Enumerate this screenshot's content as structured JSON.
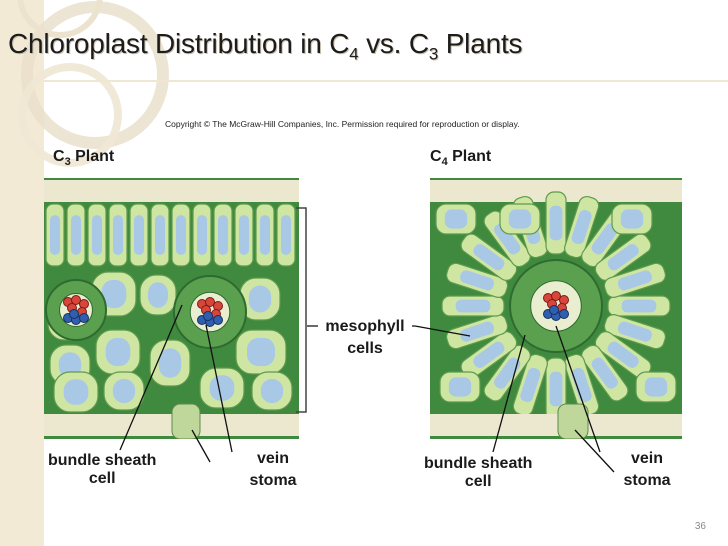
{
  "title": {
    "main": "Chloroplast Distribution in C",
    "sub1": "4",
    "mid": " vs. C",
    "sub2": "3",
    "end": " Plants"
  },
  "copyright": "Copyright © The McGraw-Hill Companies, Inc. Permission required for reproduction or display.",
  "c3_label": {
    "prefix": "C",
    "sub": "3",
    "suffix": " Plant"
  },
  "c4_label": {
    "prefix": "C",
    "sub": "4",
    "suffix": " Plant"
  },
  "labels": {
    "mesophyll_line1": "mesophyll",
    "mesophyll_line2": "cells",
    "left_bundle_line1": "bundle sheath",
    "left_bundle_line2": "cell",
    "left_vein": "vein",
    "left_stoma": "stoma",
    "right_bundle_line1": "bundle sheath",
    "right_bundle_line2": "cell",
    "right_vein": "vein",
    "right_stoma": "stoma"
  },
  "page_number": "36",
  "colors": {
    "leaf_bg": "#3f8a3f",
    "cell_fill": "#cfe6a3",
    "vacuole": "#a9c8e6",
    "epidermis": "#ece8cf",
    "xylem_red": "#d8453a",
    "phloem_blue": "#2f5fae"
  }
}
